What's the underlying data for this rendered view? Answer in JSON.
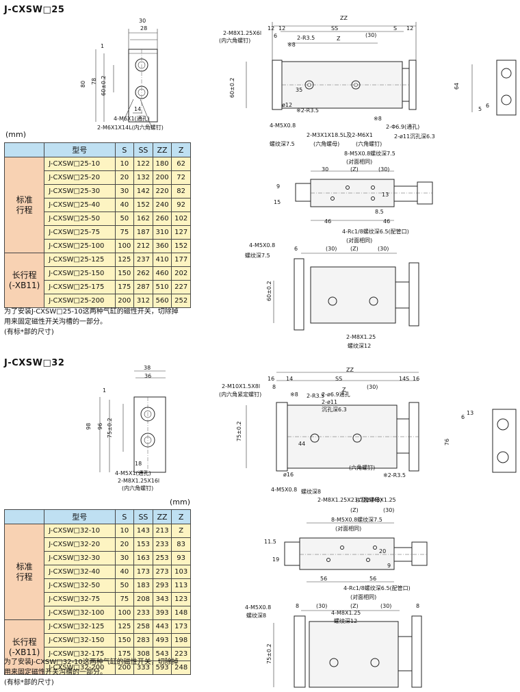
{
  "sections": [
    {
      "title": "J-CXSW□25",
      "unit_label": "(mm)",
      "headers": [
        "型号",
        "S",
        "SS",
        "ZZ",
        "Z"
      ],
      "groups": [
        {
          "label": "标准\n行程",
          "rows": [
            [
              "J-CXSW□25-10",
              "10",
              "122",
              "180",
              "62"
            ],
            [
              "J-CXSW□25-20",
              "20",
              "132",
              "200",
              "72"
            ],
            [
              "J-CXSW□25-30",
              "30",
              "142",
              "220",
              "82"
            ],
            [
              "J-CXSW□25-40",
              "40",
              "152",
              "240",
              "92"
            ],
            [
              "J-CXSW□25-50",
              "50",
              "162",
              "260",
              "102"
            ],
            [
              "J-CXSW□25-75",
              "75",
              "187",
              "310",
              "127"
            ],
            [
              "J-CXSW□25-100",
              "100",
              "212",
              "360",
              "152"
            ]
          ]
        },
        {
          "label": "长行程\n(-XB11)",
          "rows": [
            [
              "J-CXSW□25-125",
              "125",
              "237",
              "410",
              "177"
            ],
            [
              "J-CXSW□25-150",
              "150",
              "262",
              "460",
              "202"
            ],
            [
              "J-CXSW□25-175",
              "175",
              "287",
              "510",
              "227"
            ],
            [
              "J-CXSW□25-200",
              "200",
              "312",
              "560",
              "252"
            ]
          ]
        }
      ],
      "note": [
        "为了安装J-CXSW□25-10这两种气缸的磁性开关，切除掉",
        "用来固定磁性开关沟槽的一部分。",
        "(有标*部的尺寸)"
      ]
    },
    {
      "title": "J-CXSW□32",
      "unit_label": "(mm)",
      "headers": [
        "型号",
        "S",
        "SS",
        "ZZ",
        "Z"
      ],
      "groups": [
        {
          "label": "标准\n行程",
          "rows": [
            [
              "J-CXSW□32-10",
              "10",
              "143",
              "213",
              "Z"
            ],
            [
              "J-CXSW□32-20",
              "20",
              "153",
              "233",
              "83"
            ],
            [
              "J-CXSW□32-30",
              "30",
              "163",
              "253",
              "93"
            ],
            [
              "J-CXSW□32-40",
              "40",
              "173",
              "273",
              "103"
            ],
            [
              "J-CXSW□32-50",
              "50",
              "183",
              "293",
              "113"
            ],
            [
              "J-CXSW□32-75",
              "75",
              "208",
              "343",
              "123"
            ],
            [
              "J-CXSW□32-100",
              "100",
              "233",
              "393",
              "148"
            ]
          ]
        },
        {
          "label": "长行程\n(-XB11)",
          "rows": [
            [
              "J-CXSW□32-125",
              "125",
              "258",
              "443",
              "173"
            ],
            [
              "J-CXSW□32-150",
              "150",
              "283",
              "493",
              "198"
            ],
            [
              "J-CXSW□32-175",
              "175",
              "308",
              "543",
              "223"
            ],
            [
              "J-CXSW□32-200",
              "200",
              "333",
              "593",
              "248"
            ]
          ]
        }
      ],
      "note": [
        "为了安装J-CXSW□32-10这两种气缸的磁性开关，切除掉",
        "用来固定磁性开关沟槽的一部分。",
        "(有标*部的尺寸)"
      ]
    }
  ],
  "drawing_labels": {
    "d25": {
      "side_top": [
        "30",
        "28"
      ],
      "side_left": [
        "80",
        "78",
        "60±0.2",
        "1"
      ],
      "side_bottom": [
        "14",
        "4-M6X1(通孔)",
        "2-M6X1X14L(内六角螺钉)"
      ],
      "top_dims": [
        "ZZ",
        "12",
        "12",
        "SS",
        "(30)",
        "S",
        "12",
        "6",
        "Z",
        "※8",
        "2-R3.5"
      ],
      "top_labels": [
        "2-M8X1.25X6l",
        "(内六角螺钉)",
        "35",
        "60±0.2",
        "ø12",
        "※2-R3.5",
        "※8",
        "4-M5X0.8",
        "螺纹深7.5",
        "2-M3X1X18.5L及2-M6X1",
        "(六角螺母)",
        "(六角螺钉)",
        "2-Φ6.9(通孔)",
        "2-ø11沉孔深6.3"
      ],
      "end_view": [
        "64",
        "5",
        "6"
      ],
      "mid": [
        "8-M5X0.8螺纹深7.5",
        "(对面相同)",
        "(Z)",
        "(30)",
        "30",
        "9",
        "15",
        "13",
        "8.5",
        "46",
        "46",
        "4-Rc1/8螺纹深6.5(配管口)",
        "(对面相同)"
      ],
      "bottom": [
        "4-M5X0.8",
        "螺纹深7.5",
        "6",
        "(30)",
        "(Z)",
        "(30)",
        "60±0.2",
        "2-M8X1.25",
        "螺纹深12"
      ]
    },
    "d32": {
      "side_top": [
        "38",
        "36"
      ],
      "side_left": [
        "98",
        "96",
        "75±0.2",
        "1"
      ],
      "side_bottom": [
        "18",
        "4-M5X1(通孔)",
        "2-M8X1.25X16l",
        "(内六角螺钉)"
      ],
      "top_dims": [
        "ZZ",
        "16",
        "14",
        "SS",
        "14",
        "S",
        "16",
        "8",
        "(30)",
        "Z",
        "※8",
        "2-R3.5"
      ],
      "top_labels": [
        "2-M10X1.5X8l",
        "(内六角紧定螺钉)",
        "2-ø6.9通孔",
        "2-ø11",
        "沉孔深6.3",
        "75±0.2",
        "44",
        "ø16",
        "4-M5X0.8",
        "螺纹深8",
        "2-M8X1.25X23L及2-M8X1.25",
        "(六角螺母)",
        "(六角螺钉)",
        "※2-R3.5",
        "※8"
      ],
      "end_view": [
        "76",
        "6",
        "13"
      ],
      "mid": [
        "8-M5X0.8螺纹深7.5",
        "(对面相同)",
        "(Z)",
        "(30)",
        "11.5",
        "19",
        "20",
        "9",
        "56",
        "56",
        "4-Rc1/8螺纹深6.5(配管口)",
        "(对面相同)"
      ],
      "bottom": [
        "4-M5X0.8",
        "螺纹深8",
        "8",
        "(30)",
        "(Z)",
        "(30)",
        "75±0.2",
        "4-M8X1.25",
        "螺纹深12",
        "8"
      ]
    }
  }
}
